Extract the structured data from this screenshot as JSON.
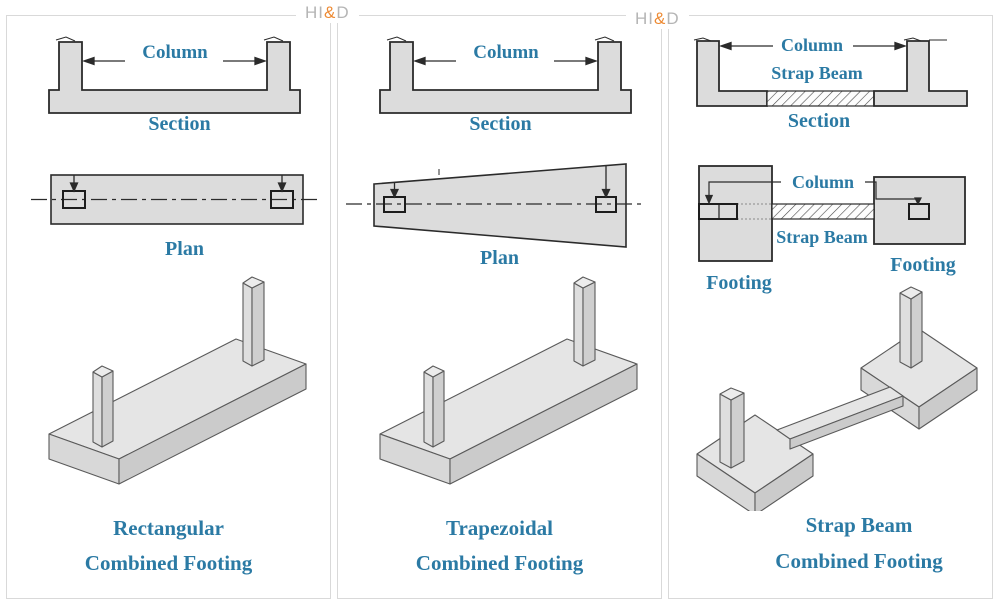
{
  "watermarks": [
    {
      "part1": "HI",
      "amp": "&",
      "part2": "D"
    },
    {
      "part1": "HI",
      "amp": "&",
      "part2": "D"
    }
  ],
  "colors": {
    "accent_text": "#2b7aa4",
    "concrete_fill": "#dcdcdc",
    "iso_top_fill": "#e5e5e5",
    "iso_left_fill": "#d8d8d8",
    "iso_right_fill": "#cbcbcb",
    "outline": "#2b2b2b",
    "watermark_gray": "#b5b5b5",
    "watermark_amp": "#ed8a33",
    "panel_border": "#d9d9d9"
  },
  "panels": [
    {
      "id": "rectangular",
      "column_label": "Column",
      "section_label": "Section",
      "plan_label": "Plan",
      "title_line1": "Rectangular",
      "title_line2": "Combined Footing"
    },
    {
      "id": "trapezoidal",
      "column_label": "Column",
      "section_label": "Section",
      "plan_label": "Plan",
      "title_line1": "Trapezoidal",
      "title_line2": "Combined Footing"
    },
    {
      "id": "strap-beam",
      "column_label": "Column",
      "strap_beam_section_label": "Strap Beam",
      "section_label": "Section",
      "plan_column_label": "Column",
      "plan_strap_beam_label": "Strap Beam",
      "footing_left_label": "Footing",
      "footing_right_label": "Footing",
      "title_line1": "Strap Beam",
      "title_line2": "Combined Footing"
    }
  ]
}
